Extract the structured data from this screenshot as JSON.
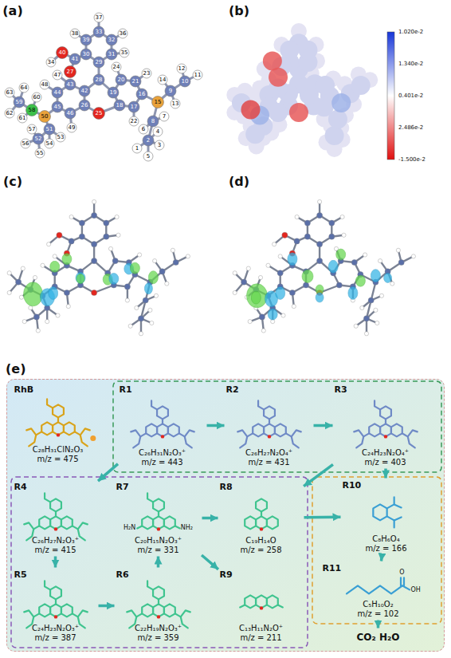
{
  "diagram": {
    "nodes": [
      {
        "text": [
          "(e)"
        ]
      },
      {
        "text": [
          "RhB",
          "C₂₈H₃₁ClN₂O₃",
          "m/z = 475"
        ],
        "in": 0
      },
      {
        "text": [
          "R1",
          "C₂₆H₃₁N₂O₃⁺",
          "m/z = 443"
        ],
        "in": 0
      },
      {
        "text": [
          "R2",
          "C₂₆H₂₇N₂O₄⁺",
          "m/z = 431"
        ],
        "in": 0
      },
      {
        "text": [
          "R3",
          "C₂₄H₂₃N₂O₄⁺",
          "m/z = 403"
        ],
        "in": 0
      },
      {
        "text": [
          "R4",
          "C₂₆H₂₇N₂O₃⁺",
          "m/z = 415"
        ],
        "in": 0
      },
      {
        "text": [
          "R7",
          "C₂₀H₁₅N₂O₃⁺",
          "m/z = 331"
        ],
        "in": 0
      },
      {
        "text": [
          "R8",
          "C₁₉H₁₄O",
          "m/z = 258"
        ],
        "in": 0
      },
      {
        "text": [
          "R10",
          "C₈H₆O₄",
          "m/z = 166"
        ],
        "in": 0
      },
      {
        "text": [
          "R5",
          "C₂₄H₂₃N₂O₃⁺",
          "m/z = 387"
        ],
        "in": 0
      },
      {
        "text": [
          "R6",
          "C₂₂H₁₉N₂O₃⁺",
          "m/z = 359"
        ],
        "in": 0
      },
      {
        "text": [
          "R9",
          "C₁₃H₁₁N₂O⁺",
          "m/z = 211"
        ],
        "in": 0
      },
      {
        "text": [
          "R11",
          "C₅H₁₀O₂",
          "m/z = 102"
        ],
        "in": 0
      },
      {
        "text": [
          "CO₂ H₂O"
        ],
        "in": 0
      }
    ],
    "edges": [
      {
        "from": 2,
        "to": 3,
        "arrow": "to"
      },
      {
        "from": 3,
        "to": 4,
        "arrow": "to"
      },
      {
        "from": 2,
        "to": 5,
        "arrow": "to"
      },
      {
        "from": 4,
        "to": 7,
        "arrow": "to"
      },
      {
        "from": 4,
        "to": 8,
        "arrow": "to"
      },
      {
        "from": 5,
        "to": 9,
        "arrow": "to"
      },
      {
        "from": 9,
        "to": 10,
        "arrow": "to"
      },
      {
        "from": 10,
        "to": 6,
        "arrow": "to"
      },
      {
        "from": 6,
        "to": 7,
        "arrow": "to"
      },
      {
        "from": 6,
        "to": 11,
        "arrow": "to"
      },
      {
        "from": 7,
        "to": 8,
        "arrow": "to"
      },
      {
        "from": 8,
        "to": 12,
        "arrow": "to"
      },
      {
        "from": 12,
        "to": 13,
        "arrow": "to"
      }
    ],
    "labels": [
      "(a)",
      "(b)",
      "(c)",
      "(d)",
      "1.020e-2",
      "1.340e-2",
      "0.401e-2",
      "2.486e-2",
      "-1.500e-2",
      "1",
      "2",
      "3",
      "4",
      "5",
      "6",
      "7",
      "8",
      "9",
      "10",
      "11",
      "12",
      "13",
      "14",
      "15",
      "16",
      "17",
      "18",
      "19",
      "20",
      "21",
      "22",
      "23",
      "24",
      "25",
      "26",
      "27",
      "28",
      "29",
      "30",
      "31",
      "32",
      "33",
      "34",
      "35",
      "36",
      "37",
      "38",
      "39",
      "40",
      "41",
      "42",
      "43",
      "44",
      "45",
      "46",
      "47",
      "48",
      "49",
      "50",
      "51",
      "52",
      "53",
      "54",
      "55",
      "56",
      "57",
      "58",
      "59",
      "60",
      "61",
      "62",
      "63",
      "64",
      "H₂N",
      "NH₂",
      "O",
      "OH"
    ]
  }
}
